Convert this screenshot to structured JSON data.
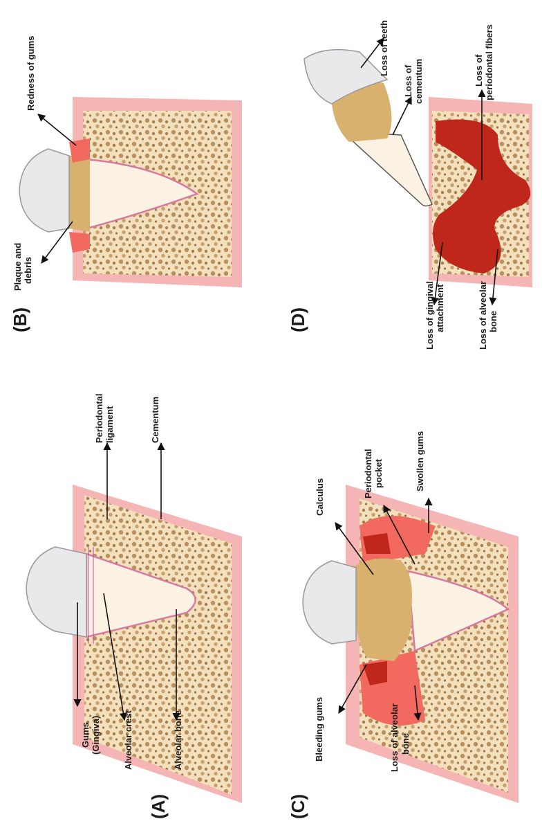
{
  "panels": [
    {
      "letter": "(A)",
      "labels": [
        "Gums",
        "(Gingiva)",
        "Alveolar crest",
        "Alveolar bone",
        "Periodontal",
        "ligament",
        "Cementum"
      ]
    },
    {
      "letter": "(B)",
      "labels": [
        "Plaque and",
        "debris",
        "Redness of gums"
      ]
    },
    {
      "letter": "(C)",
      "labels": [
        "Bleeding gums",
        "Loss of alveolar",
        "bone",
        "Calculus",
        "Periodontal",
        "pocket",
        "Swollen gums"
      ]
    },
    {
      "letter": "(D)",
      "labels": [
        "Loss of gingival",
        "attachment",
        "Loss of alveolar",
        "bone",
        "Loss of teeth",
        "Loss of",
        "cementum",
        "Loss of",
        "periodontal fibers"
      ]
    }
  ],
  "colors": {
    "gum_outer": "#f6b5b5",
    "bone": "#f3e0bd",
    "pore": "#b98f5e",
    "tooth_crown": "#e9e8ea",
    "root": "#fbf2e3",
    "plaque": "#d9b16f",
    "inflamed": "#f2695f",
    "bleeding": "#c0271b",
    "ligament": "#c04aa8"
  }
}
